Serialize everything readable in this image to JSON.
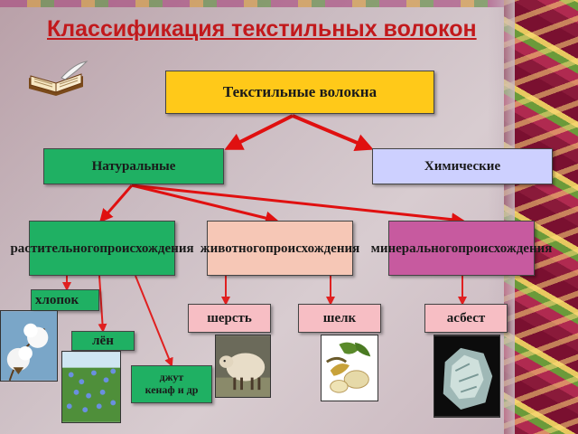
{
  "title": "Классификация текстильных волокон",
  "root": "Текстильные волокна",
  "level1": {
    "natural": "Натуральные",
    "chemical": "Химические"
  },
  "level2": {
    "plant": [
      "растительного",
      "происхождения"
    ],
    "animal": [
      "животного",
      "происхождения"
    ],
    "mineral": [
      "минерального",
      "происхождения"
    ]
  },
  "fibers": {
    "cotton": "хлопок",
    "flax": "лён",
    "jute": [
      "джут",
      "кенаф и др"
    ],
    "wool": "шерсть",
    "silk": "шелк",
    "asbestos": "асбест"
  },
  "colors": {
    "title": "#c2191c",
    "arrows": "#e01010",
    "root_box": "#ffc919",
    "natural_box": "#1fb063",
    "chemical_box": "#cdd0ff",
    "animal_box": "#f6c7b6",
    "mineral_box": "#c75a9f",
    "fiber_box": "#f7bec4"
  },
  "icons": [
    "book-quill-icon",
    "cotton-photo",
    "flax-photo",
    "sheep-photo",
    "silkworm-cocoon-photo",
    "asbestos-photo"
  ]
}
